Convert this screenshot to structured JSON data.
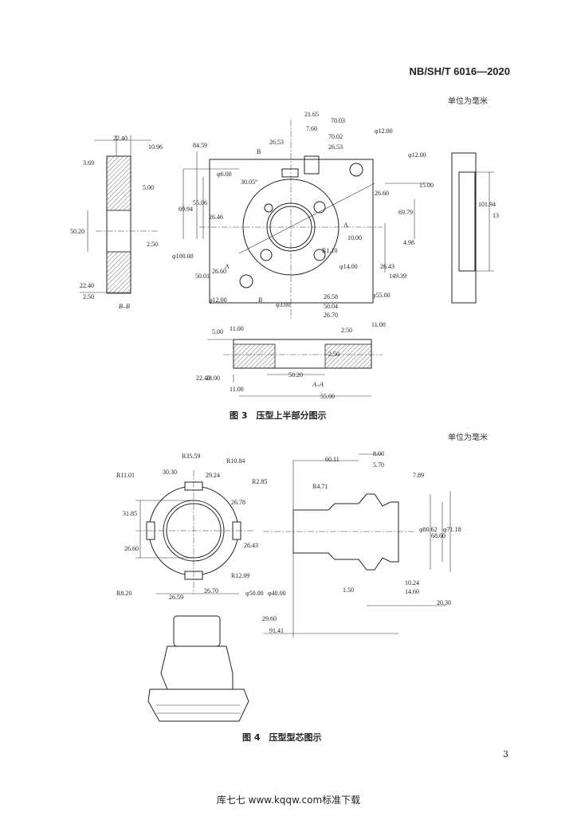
{
  "header": {
    "standard": "NB/SH/T 6016—2020"
  },
  "unit_note": "单位为毫米",
  "fig3": {
    "caption": "图 3　压型上半部分图示",
    "unit_note": "单位为毫米",
    "section_bb_label": "B–B",
    "section_aa_label": "A–A",
    "dims": [
      "22.40",
      "10.96",
      "3.69",
      "5.00",
      "50.20",
      "2.50",
      "22.40",
      "2.50",
      "21.65",
      "70.03",
      "7.60",
      "70.02",
      "26.53",
      "26.53",
      "84.59",
      "φ12.00",
      "φ12.00",
      "φ6.00",
      "30.05°",
      "69.94",
      "55.06",
      "26.46",
      "26.60",
      "15.00",
      "101.94",
      "13",
      "69.79",
      "10.00",
      "4.98",
      "R1.10",
      "φ100.00",
      "φ14.00",
      "26.43",
      "149.39",
      "50.01",
      "26.60",
      "φ12.00",
      "φ3.00",
      "26.58",
      "50.04",
      "26.70",
      "φ55.00",
      "5.00",
      "11.00",
      "2.50",
      "11.00",
      "22.40",
      "28.00",
      "2.50",
      "50.20",
      "11.00",
      "55.00"
    ],
    "labels": [
      "B",
      "B",
      "A",
      "A"
    ]
  },
  "fig4": {
    "caption": "图 4　压型型芯图示",
    "unit_note": "单位为毫米",
    "dims": [
      "R11.01",
      "R35.59",
      "30.30",
      "29.24",
      "R10.84",
      "31.85",
      "26.78",
      "26.60",
      "26.43",
      "R12.09",
      "R8.20",
      "26.59",
      "26.70",
      "R2.85",
      "R4.71",
      "60.11",
      "8.00",
      "5.70",
      "7.89",
      "φ80.62",
      "68.60",
      "φ71.18",
      "φ50.00",
      "φ40.00",
      "1.50",
      "10.24",
      "14.60",
      "20.30",
      "29.60",
      "91.41"
    ]
  },
  "page_number": "3",
  "footer": "库七七 www.kqqw.com标准下载"
}
